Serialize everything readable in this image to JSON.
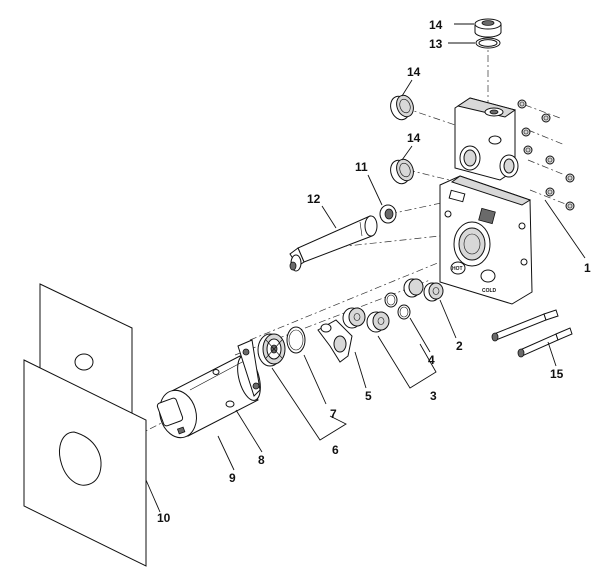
{
  "labels": {
    "l1": "1",
    "l2": "2",
    "l3": "3",
    "l4": "4",
    "l5": "5",
    "l6": "6",
    "l7": "7",
    "l8": "8",
    "l9": "9",
    "l10": "10",
    "l11": "11",
    "l12": "12",
    "l13": "13",
    "l14a": "14",
    "l14b": "14",
    "l14c": "14",
    "l15": "15"
  },
  "markings": {
    "hot": "HOT",
    "cold": "COLD"
  }
}
